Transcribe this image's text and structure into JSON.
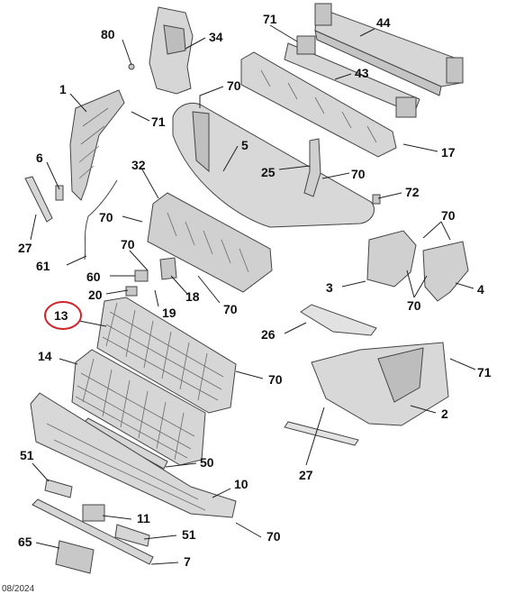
{
  "diagram": {
    "highlight_color": "#d0242b",
    "part_fill_color": "#d6d6d6",
    "callouts": [
      {
        "id": "80",
        "label": "80"
      },
      {
        "id": "34",
        "label": "34"
      },
      {
        "id": "71a",
        "label": "71"
      },
      {
        "id": "44",
        "label": "44"
      },
      {
        "id": "43",
        "label": "43"
      },
      {
        "id": "70a",
        "label": "70"
      },
      {
        "id": "1",
        "label": "1"
      },
      {
        "id": "71b",
        "label": "71"
      },
      {
        "id": "5",
        "label": "5"
      },
      {
        "id": "17",
        "label": "17"
      },
      {
        "id": "6",
        "label": "6"
      },
      {
        "id": "32",
        "label": "32"
      },
      {
        "id": "25",
        "label": "25"
      },
      {
        "id": "70b",
        "label": "70"
      },
      {
        "id": "72",
        "label": "72"
      },
      {
        "id": "27a",
        "label": "27"
      },
      {
        "id": "70c",
        "label": "70"
      },
      {
        "id": "70d",
        "label": "70"
      },
      {
        "id": "61",
        "label": "61"
      },
      {
        "id": "70e",
        "label": "70"
      },
      {
        "id": "60",
        "label": "60"
      },
      {
        "id": "18",
        "label": "18"
      },
      {
        "id": "3",
        "label": "3"
      },
      {
        "id": "4",
        "label": "4"
      },
      {
        "id": "20",
        "label": "20"
      },
      {
        "id": "19",
        "label": "19"
      },
      {
        "id": "70f",
        "label": "70"
      },
      {
        "id": "70g",
        "label": "70"
      },
      {
        "id": "13",
        "label": "13"
      },
      {
        "id": "26",
        "label": "26"
      },
      {
        "id": "14",
        "label": "14"
      },
      {
        "id": "70h",
        "label": "70"
      },
      {
        "id": "71c",
        "label": "71"
      },
      {
        "id": "2",
        "label": "2"
      },
      {
        "id": "27b",
        "label": "27"
      },
      {
        "id": "51a",
        "label": "51"
      },
      {
        "id": "50",
        "label": "50"
      },
      {
        "id": "10",
        "label": "10"
      },
      {
        "id": "11",
        "label": "11"
      },
      {
        "id": "51b",
        "label": "51"
      },
      {
        "id": "70i",
        "label": "70"
      },
      {
        "id": "65",
        "label": "65"
      },
      {
        "id": "7",
        "label": "7"
      }
    ],
    "footer_code": "08/2024"
  }
}
